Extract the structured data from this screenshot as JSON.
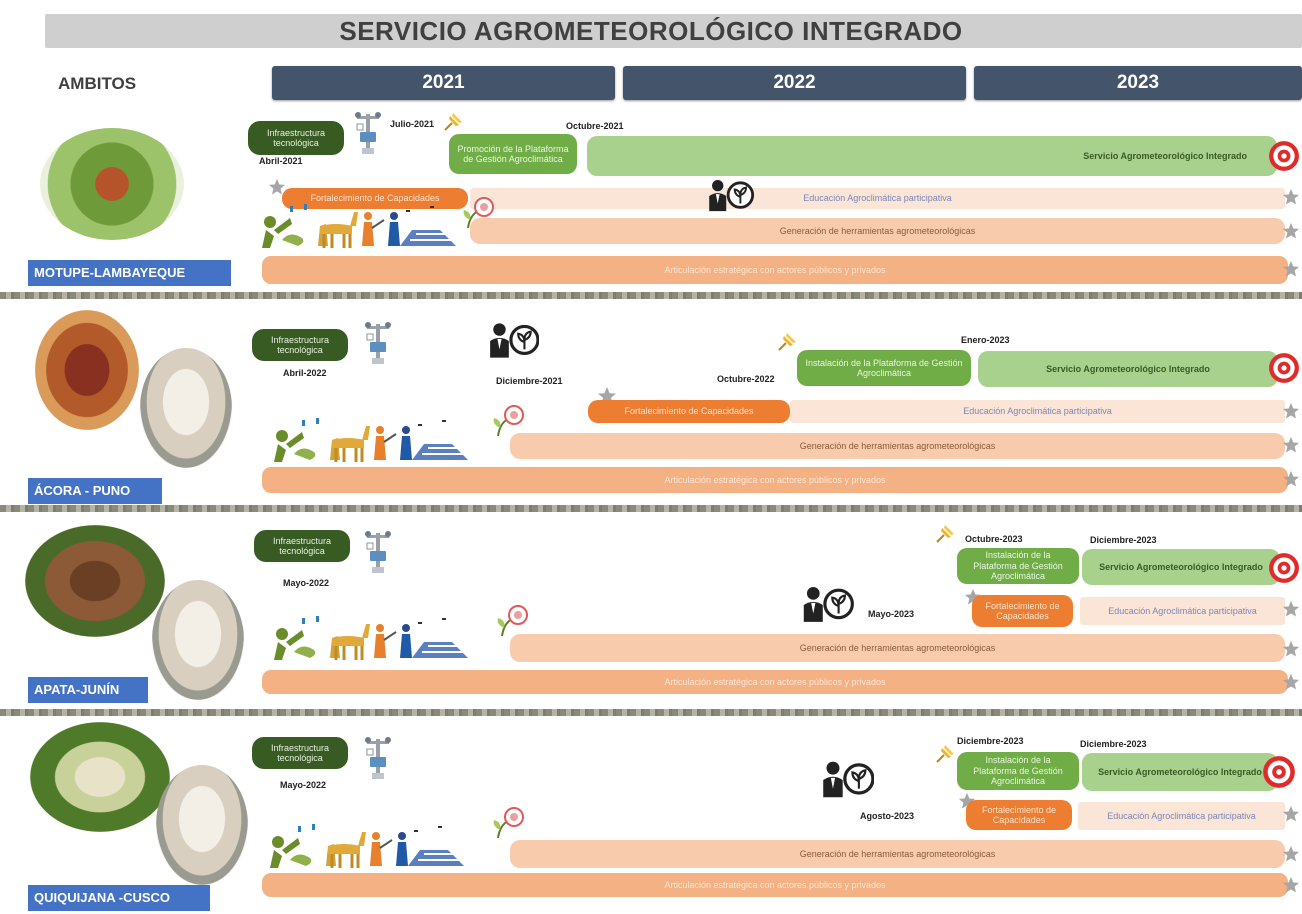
{
  "title": "SERVICIO AGROMETEOROLÓGICO INTEGRADO",
  "ambitos_label": "AMBITOS",
  "years": [
    "2021",
    "2022",
    "2023"
  ],
  "colors": {
    "year_header": "#44546a",
    "region_label": "#4472c4",
    "dark_green": "#375b23",
    "green": "#70ad47",
    "light_green": "#a9d18e",
    "orange": "#ed7d31",
    "peach": "#fbe5d6",
    "salmon": "#f4b183"
  },
  "regions": [
    {
      "name": "MOTUPE-LAMBAYEQUE",
      "infra_label": "Infraestructura tecnológica",
      "infra_date": "Abril-2021",
      "pin_date": "Julio-2021",
      "platform_label": "Promoción de la Plataforma de Gestión Agroclimática",
      "service_date": "Octubre-2021",
      "service_label": "Servicio Agrometeorológico Integrado",
      "capacity_label": "Fortalecimiento de Capacidades",
      "education_label": "Educación Agroclimática participativa",
      "tools_label": "Generación de herramientas agrometeorológicas",
      "articulation_label": "Articulación estratégica con actores públicos y privados"
    },
    {
      "name": "ÁCORA - PUNO",
      "infra_label": "Infraestructura tecnológica",
      "infra_date": "Abril-2022",
      "edu_date": "Diciembre-2021",
      "platform_date": "Octubre-2022",
      "platform_label": "Instalación de la Plataforma de Gestión Agroclimática",
      "service_date": "Enero-2023",
      "service_label": "Servicio Agrometeorológico Integrado",
      "capacity_label": "Fortalecimiento de Capacidades",
      "education_label": "Educación Agroclimática participativa",
      "tools_label": "Generación de herramientas agrometeorológicas",
      "articulation_label": "Articulación estratégica con actores públicos y privados"
    },
    {
      "name": "APATA-JUNÍN",
      "infra_label": "Infraestructura tecnológica",
      "infra_date": "Mayo-2022",
      "edu_date": "Mayo-2023",
      "platform_date": "Octubre-2023",
      "platform_label": "Instalación de la Plataforma de Gestión Agroclimática",
      "service_date": "Diciembre-2023",
      "service_label": "Servicio Agrometeorológico Integrado",
      "capacity_label": "Fortalecimiento de Capacidades",
      "education_label": "Educación Agroclimática participativa",
      "tools_label": "Generación de herramientas agrometeorológicas",
      "articulation_label": "Articulación estratégica con actores públicos y privados"
    },
    {
      "name": "QUIQUIJANA -CUSCO",
      "infra_label": "Infraestructura tecnológica",
      "infra_date": "Mayo-2022",
      "edu_date": "Agosto-2023",
      "platform_date": "Diciembre-2023",
      "platform_label": "Instalación de la Plataforma de Gestión Agroclimática",
      "service_date": "Diciembre-2023",
      "service_label": "Servicio Agrometeorológico Integrado",
      "capacity_label": "Fortalecimiento de Capacidades",
      "education_label": "Educación Agroclimática participativa",
      "tools_label": "Generación de herramientas agrometeorológicas",
      "articulation_label": "Articulación estratégica con actores públicos y privados"
    }
  ]
}
